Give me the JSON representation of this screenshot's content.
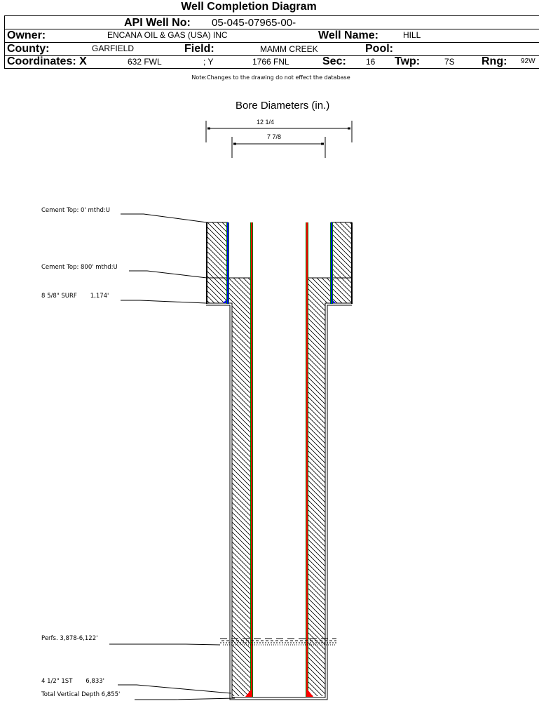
{
  "header": {
    "title": "Well Completion Diagram",
    "api_label": "API Well No:",
    "api_value": "05-045-07965-00-",
    "owner_label": "Owner:",
    "owner_value": "ENCANA OIL & GAS (USA) INC",
    "well_name_label": "Well Name:",
    "well_name_value": "HILL",
    "county_label": "County:",
    "county_value": "GARFIELD",
    "field_label": "Field:",
    "field_value": "MAMM CREEK",
    "pool_label": "Pool:",
    "pool_value": "",
    "coords_label": "Coordinates: X",
    "x_value": "632 FWL",
    "y_label": "; Y",
    "y_value": "1766 FNL",
    "sec_label": "Sec:",
    "sec_value": "16",
    "twp_label": "Twp:",
    "twp_value": "7S",
    "rng_label": "Rng:",
    "rng_value": "92W"
  },
  "note": "Note:Changes to the drawing do not effect the database",
  "diagram": {
    "bore_title": "Bore Diameters (in.)",
    "bore_diameters": [
      {
        "label": "12 1/4",
        "inches": 12.25
      },
      {
        "label": "7 7/8",
        "inches": 7.875
      }
    ],
    "callouts": [
      {
        "text": "Cement Top: 0' mthd:U",
        "depth_ft": 0
      },
      {
        "text": "Cement Top: 800' mthd:U",
        "depth_ft": 800
      },
      {
        "text": "8 5/8\" SURF       1,174'",
        "depth_ft": 1174
      },
      {
        "text": "Perfs. 3,878-6,122'",
        "depth_ft": 3878
      },
      {
        "text": "4 1/2\" 1ST       6,833'",
        "depth_ft": 6833
      },
      {
        "text": "Total Vertical Depth 6,855'",
        "depth_ft": 6855
      }
    ],
    "colors": {
      "surface_casing": "#0000ff",
      "casing_outline": "#008000",
      "production_casing": "#ff0000",
      "cement_hatch": "#000000"
    }
  }
}
